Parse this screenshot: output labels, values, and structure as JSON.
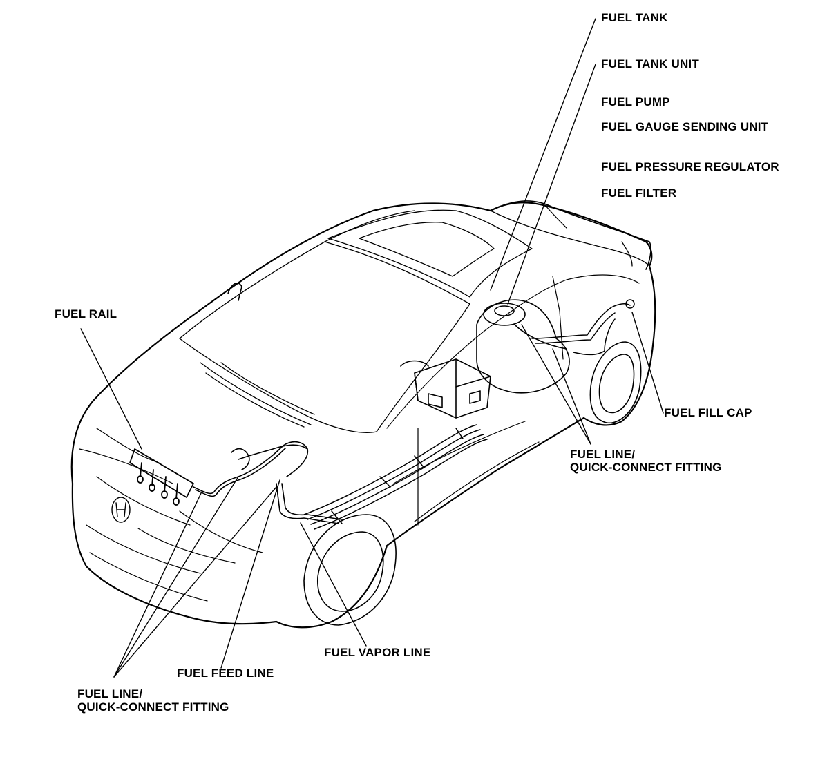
{
  "labels": {
    "fuel_tank": "FUEL TANK",
    "fuel_tank_unit": "FUEL TANK UNIT",
    "fuel_pump": "FUEL PUMP",
    "fuel_gauge_sending_unit": "FUEL GAUGE SENDING UNIT",
    "fuel_pressure_regulator": "FUEL PRESSURE REGULATOR",
    "fuel_filter": "FUEL FILTER",
    "fuel_rail": "FUEL RAIL",
    "fuel_fill_cap": "FUEL FILL CAP",
    "fuel_line_rear_1": "FUEL LINE/",
    "fuel_line_rear_2": "QUICK-CONNECT FITTING",
    "fuel_vapor_line": "FUEL VAPOR LINE",
    "fuel_feed_line": "FUEL FEED LINE",
    "fuel_line_front_1": "FUEL LINE/",
    "fuel_line_front_2": "QUICK-CONNECT FITTING"
  },
  "colors": {
    "line": "#000000",
    "background": "#ffffff"
  }
}
